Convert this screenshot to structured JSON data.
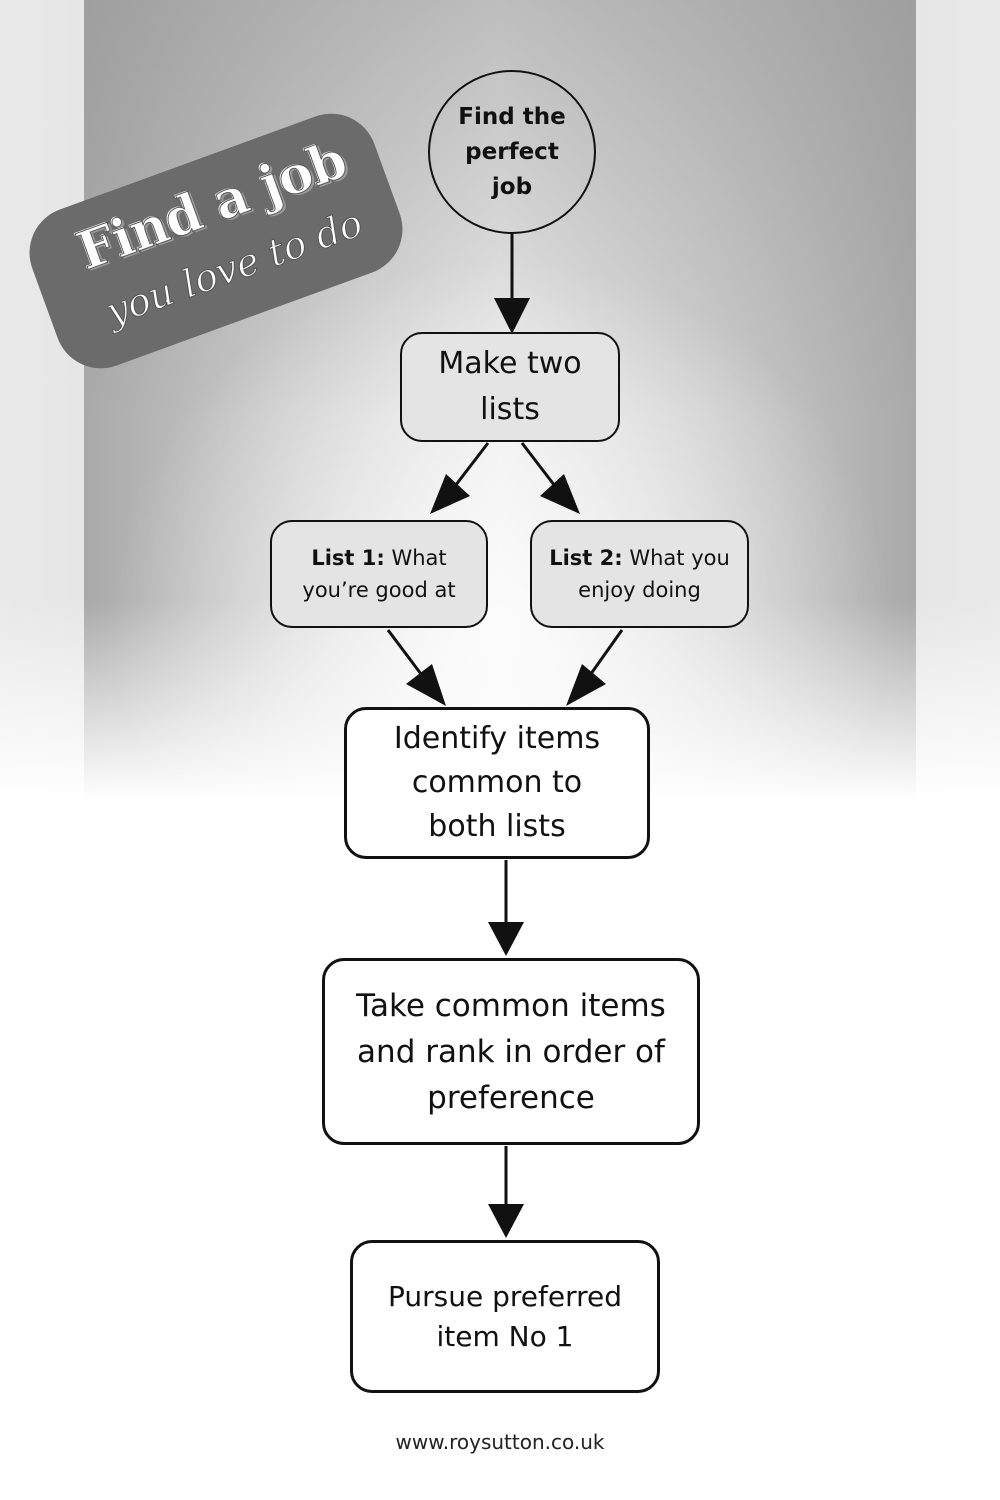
{
  "badge": {
    "title": "Find a job",
    "subtitle": "you love to do"
  },
  "nodes": {
    "start": "Find the perfect job",
    "make_lists": "Make two lists",
    "list1": {
      "label": "List 1:",
      "text": "What you’re good at"
    },
    "list2": {
      "label": "List 2:",
      "text": "What you enjoy doing"
    },
    "identify": "Identify items common to both lists",
    "rank": "Take common items and rank in order of preference",
    "pursue": "Pursue preferred item No 1"
  },
  "footer": {
    "url": "www.roysutton.co.uk"
  },
  "colors": {
    "stroke": "#111111",
    "badge": "#6b6b6b",
    "box_fill": "#e4e4e4"
  }
}
